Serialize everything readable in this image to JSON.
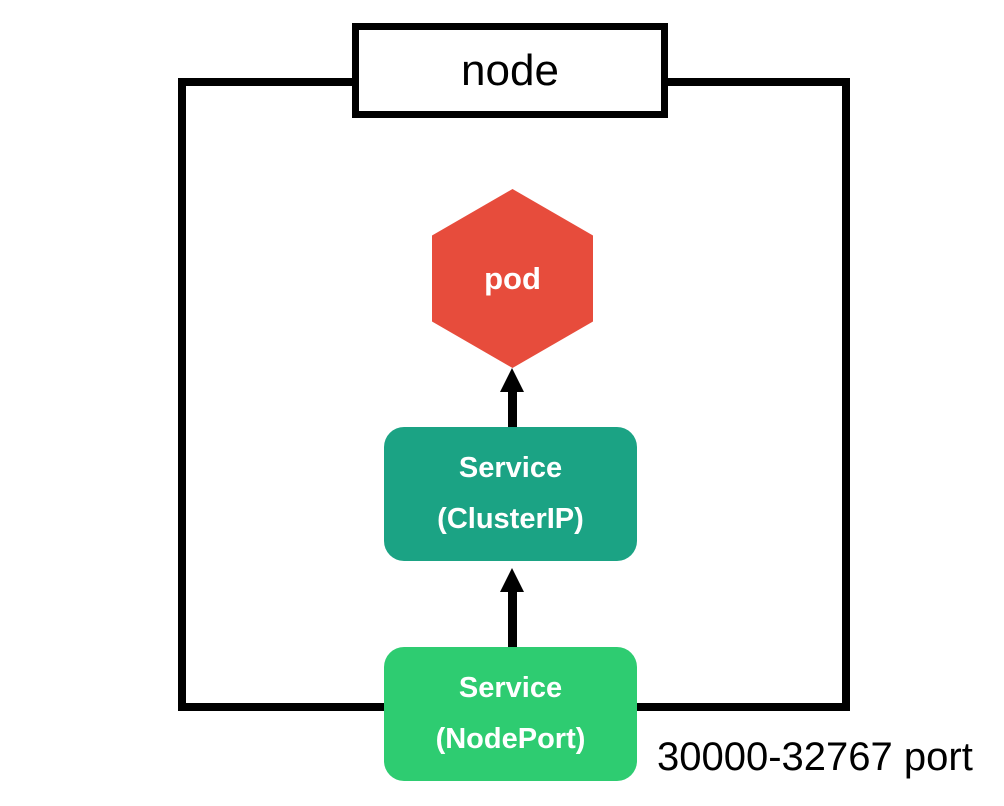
{
  "diagram": {
    "node_label": "node",
    "pod_label": "pod",
    "cluster_ip_service": {
      "line1": "Service",
      "line2": "(ClusterIP)"
    },
    "node_port_service": {
      "line1": "Service",
      "line2": "(NodePort)"
    },
    "port_range_label": "30000-32767 port",
    "colors": {
      "pod_hexagon": "#E74C3C",
      "cluster_ip_box": "#1BA384",
      "node_port_box": "#2ECC71",
      "outline": "#000000",
      "background": "#FFFFFF",
      "box_text": "#FFFFFF"
    }
  }
}
